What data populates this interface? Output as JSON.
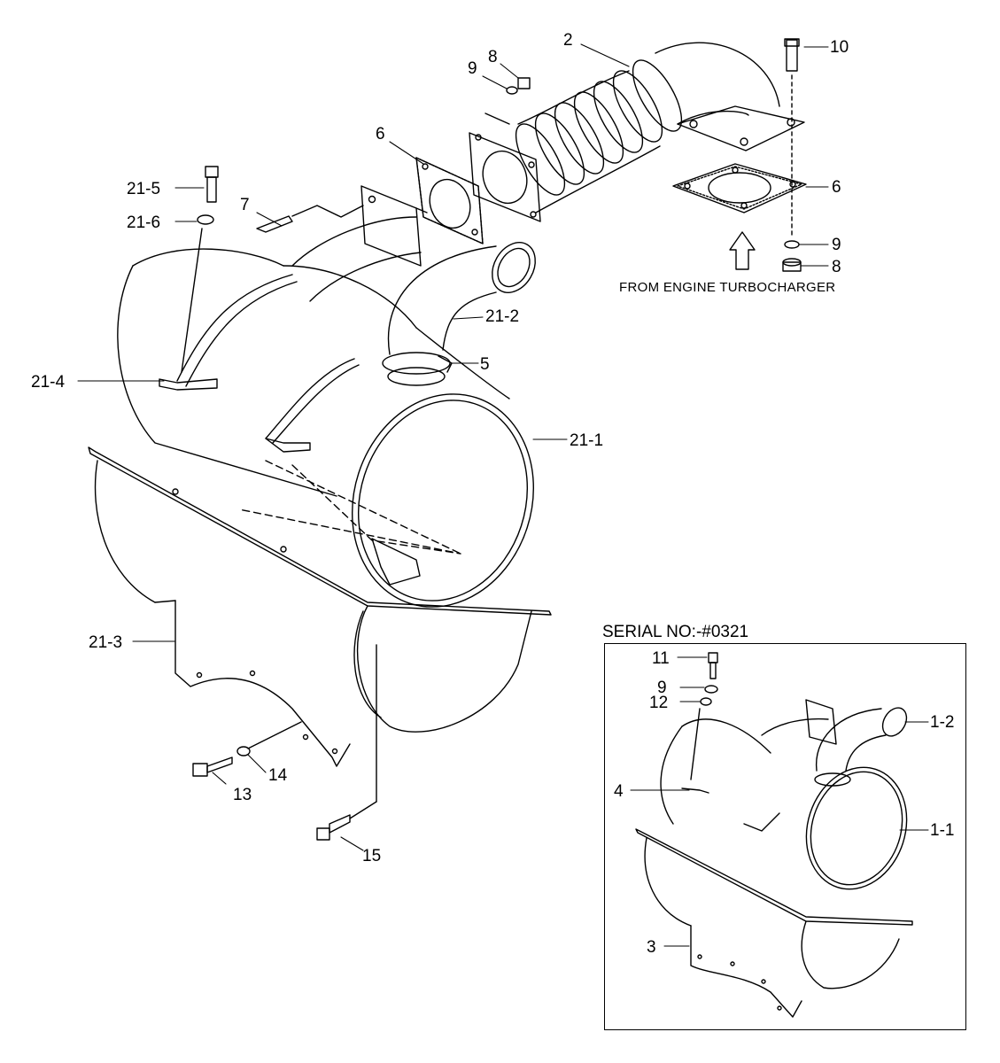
{
  "diagram": {
    "callouts": {
      "c2": "2",
      "c10": "10",
      "c8a": "8",
      "c9a": "9",
      "c6a": "6",
      "c6b": "6",
      "c9b": "9",
      "c8b": "8",
      "c7": "7",
      "c21_5": "21-5",
      "c21_6": "21-6",
      "c21_2": "21-2",
      "c5": "5",
      "c21_4": "21-4",
      "c21_1": "21-1",
      "c21_3": "21-3",
      "c13": "13",
      "c14": "14",
      "c15": "15"
    },
    "note": "FROM ENGINE TURBOCHARGER",
    "inset": {
      "title": "SERIAL NO:-#0321",
      "callouts": {
        "c11": "11",
        "c9": "9",
        "c12": "12",
        "c1_2": "1-2",
        "c4": "4",
        "c1_1": "1-1",
        "c3": "3"
      }
    }
  }
}
